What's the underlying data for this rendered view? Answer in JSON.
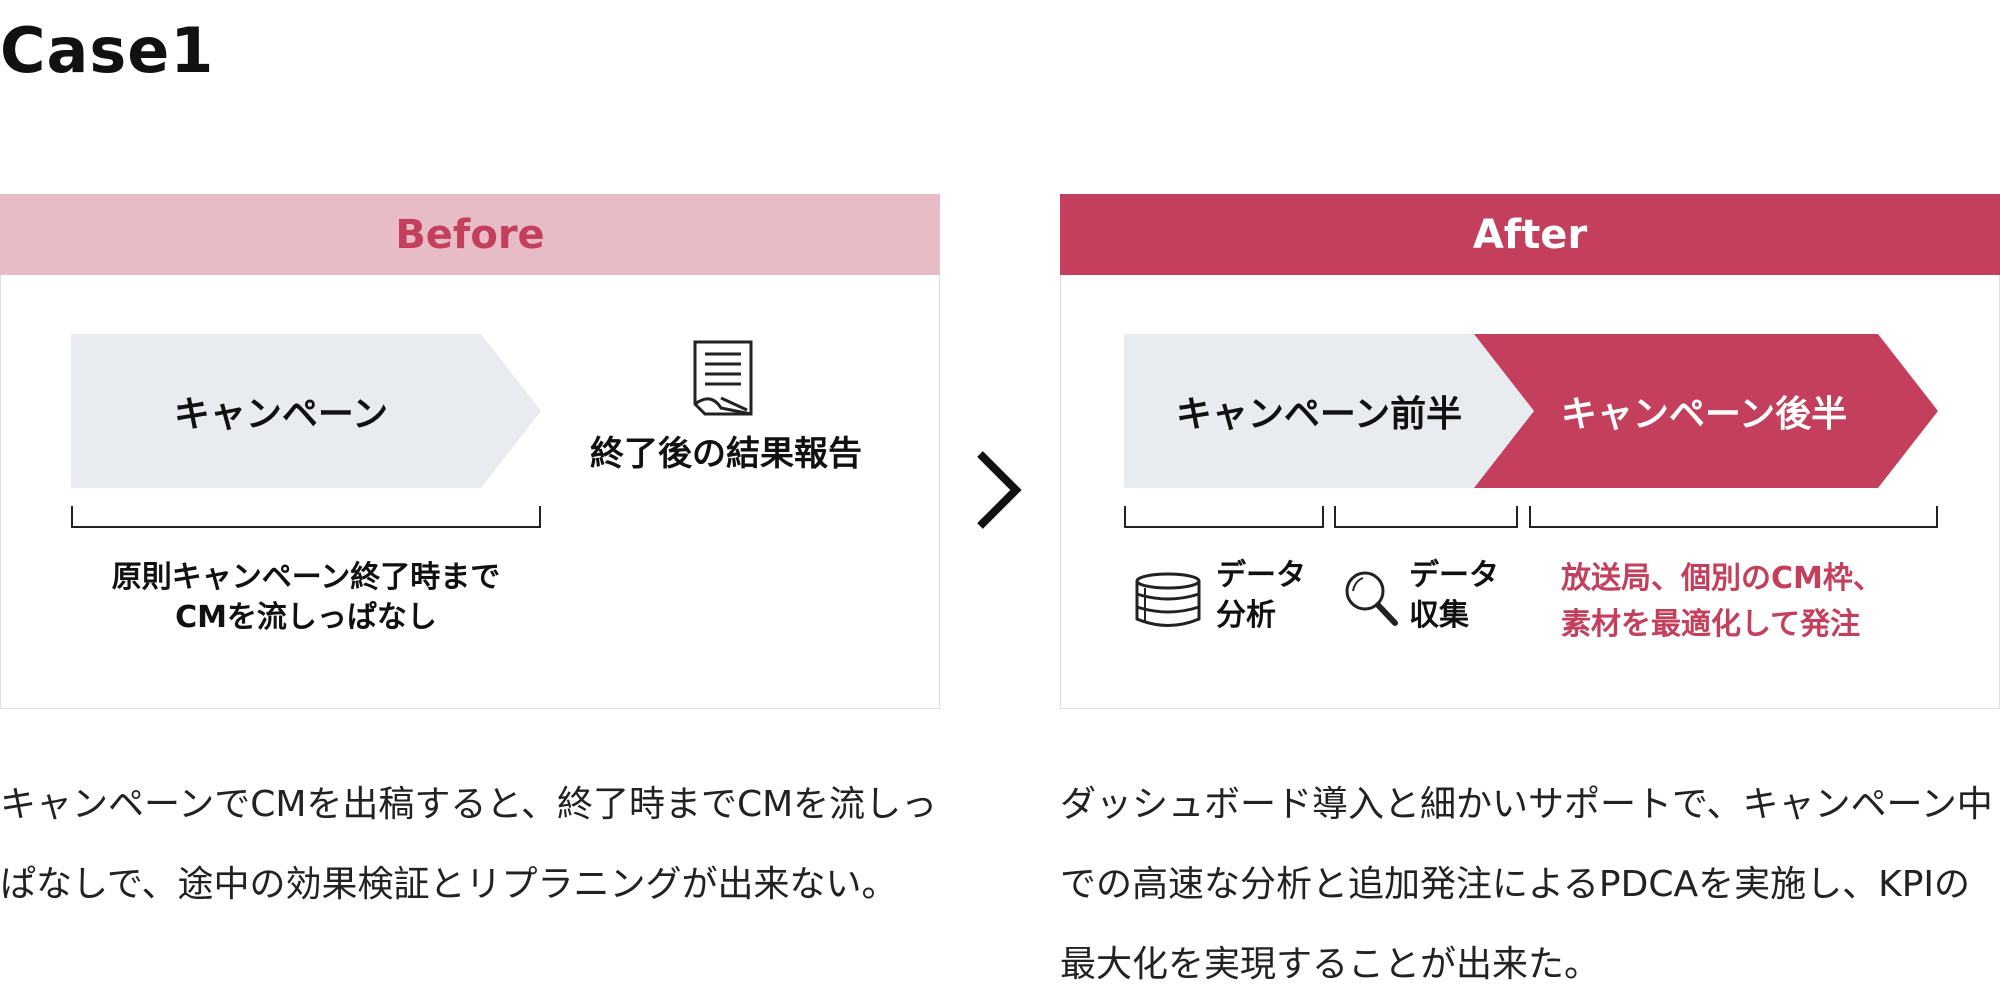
{
  "title": "Case1",
  "before": {
    "header": "Before",
    "campaign_label": "キャンペーン",
    "report_label": "終了後の結果報告",
    "note_line1": "原則キャンペーン終了時まで",
    "note_line2": "CMを流しっぱなし"
  },
  "after": {
    "header": "After",
    "first_half_label": "キャンペーン前半",
    "second_half_label": "キャンペーン後半",
    "analysis_line1": "データ",
    "analysis_line2": "分析",
    "collection_line1": "データ",
    "collection_line2": "収集",
    "optimize_line1": "放送局、個別のCM枠、",
    "optimize_line2": "素材を最適化して発注"
  },
  "descriptions": {
    "before": "キャンペーンでCMを出稿すると、終了時までCMを流しっぱなしで、途中の効果検証とリプラニングが出来ない。",
    "after": "ダッシュボード導入と細かいサポートで、キャンペーン中での高速な分析と追加発注によるPDCAを実施し、KPIの最大化を実現することが出来た。"
  },
  "colors": {
    "accent": "#c43f5b",
    "before_header_bg": "#e8bcc6",
    "arrow_gray": "#e8ebef"
  },
  "icons": {
    "report": "document-icon",
    "analysis": "database-icon",
    "collection": "magnifier-icon",
    "transition": "chevron-right-icon"
  }
}
